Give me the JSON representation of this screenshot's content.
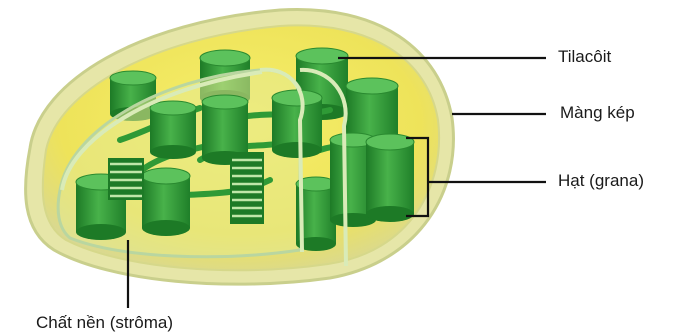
{
  "labels": {
    "thylakoid": "Tilacôit",
    "double_membrane": "Màng kép",
    "grana": "Hạt (grana)",
    "stroma": "Chất nền (strôma)"
  },
  "colors": {
    "outer_membrane": "#e8e390",
    "stroma": "#f2ec72",
    "inner_membrane": "#cfe3a8",
    "granum_dark": "#1d7a26",
    "granum_mid": "#34a23a",
    "granum_light": "#5cc25c",
    "stroma_lamella": "#2f9a36",
    "leader_line": "#111111"
  }
}
